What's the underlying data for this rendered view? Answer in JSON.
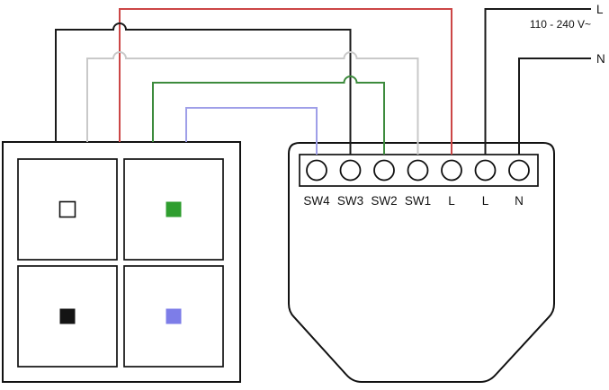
{
  "diagram": {
    "supply": {
      "l_label": "L",
      "n_label": "N",
      "voltage_label": "110 - 240 V~",
      "line_color": "#1a1a1a"
    },
    "module": {
      "terminals": [
        {
          "label": "SW4"
        },
        {
          "label": "SW3"
        },
        {
          "label": "SW2"
        },
        {
          "label": "SW1"
        },
        {
          "label": "L"
        },
        {
          "label": "L"
        },
        {
          "label": "N"
        }
      ]
    },
    "wall_switch": {
      "buttons": [
        {
          "position": "top-left",
          "color": "#ffffff"
        },
        {
          "position": "top-right",
          "color": "#2f9e2f"
        },
        {
          "position": "bottom-left",
          "color": "#141414"
        },
        {
          "position": "bottom-right",
          "color": "#7d7de8"
        }
      ]
    },
    "wires": {
      "red": "#cc4646",
      "black": "#1a1a1a",
      "gray": "#c9c9c9",
      "green": "#3d8b3d",
      "blue": "#9f9fe8"
    }
  }
}
